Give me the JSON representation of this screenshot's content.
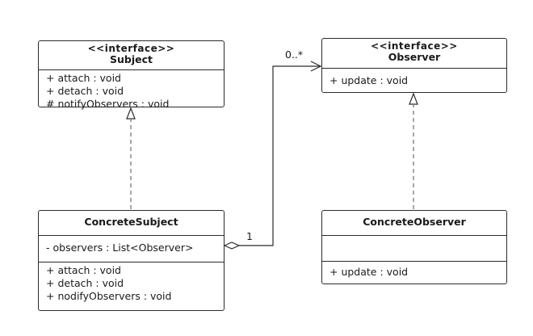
{
  "subject": {
    "stereotype": "<<interface>>",
    "name": "Subject",
    "methods": [
      "+ attach : void",
      "+ detach : void",
      "# notifyObservers : void"
    ]
  },
  "observer": {
    "stereotype": "<<interface>>",
    "name": "Observer",
    "methods": [
      "+ update : void"
    ]
  },
  "concrete_subject": {
    "name": "ConcreteSubject",
    "attributes": [
      "- observers : List<Observer>"
    ],
    "methods": [
      "+ attach : void",
      "+ detach : void",
      "+ nodifyObservers : void"
    ]
  },
  "concrete_observer": {
    "name": "ConcreteObserver",
    "attributes": [],
    "methods": [
      "+ update : void"
    ]
  },
  "association": {
    "source_multiplicity": "1",
    "target_multiplicity": "0..*"
  },
  "colors": {
    "line": "#2b2b2b",
    "dashed": "#7a7a7a",
    "background": "#ffffff"
  }
}
